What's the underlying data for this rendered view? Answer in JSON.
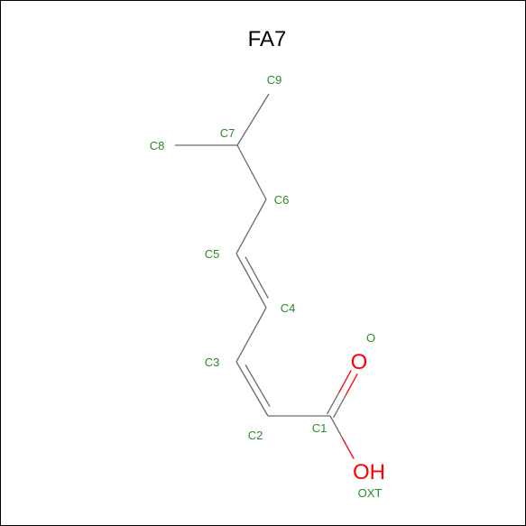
{
  "title": "FA7",
  "colors": {
    "bond": "#6b6b6b",
    "carbon_label": "#2a8a2a",
    "oxygen": "#ff0000",
    "title": "#000000"
  },
  "atoms": [
    {
      "id": "C9",
      "label": "C9"
    },
    {
      "id": "C7",
      "label": "C7"
    },
    {
      "id": "C8",
      "label": "C8"
    },
    {
      "id": "C6",
      "label": "C6"
    },
    {
      "id": "C5",
      "label": "C5"
    },
    {
      "id": "C4",
      "label": "C4"
    },
    {
      "id": "C3",
      "label": "C3"
    },
    {
      "id": "C2",
      "label": "C2"
    },
    {
      "id": "C1",
      "label": "C1"
    },
    {
      "id": "O",
      "label": "O",
      "element": "O"
    },
    {
      "id": "OXT",
      "label": "OXT",
      "element": "O"
    }
  ],
  "element_symbols": {
    "O": "O",
    "OXT": "OH"
  },
  "bonds": [
    {
      "from": "C9",
      "to": "C7",
      "order": 1
    },
    {
      "from": "C8",
      "to": "C7",
      "order": 1
    },
    {
      "from": "C7",
      "to": "C6",
      "order": 1
    },
    {
      "from": "C6",
      "to": "C5",
      "order": 1
    },
    {
      "from": "C5",
      "to": "C4",
      "order": 2
    },
    {
      "from": "C4",
      "to": "C3",
      "order": 1
    },
    {
      "from": "C3",
      "to": "C2",
      "order": 2
    },
    {
      "from": "C2",
      "to": "C1",
      "order": 1
    },
    {
      "from": "C1",
      "to": "O",
      "order": 2
    },
    {
      "from": "C1",
      "to": "OXT",
      "order": 1
    }
  ]
}
